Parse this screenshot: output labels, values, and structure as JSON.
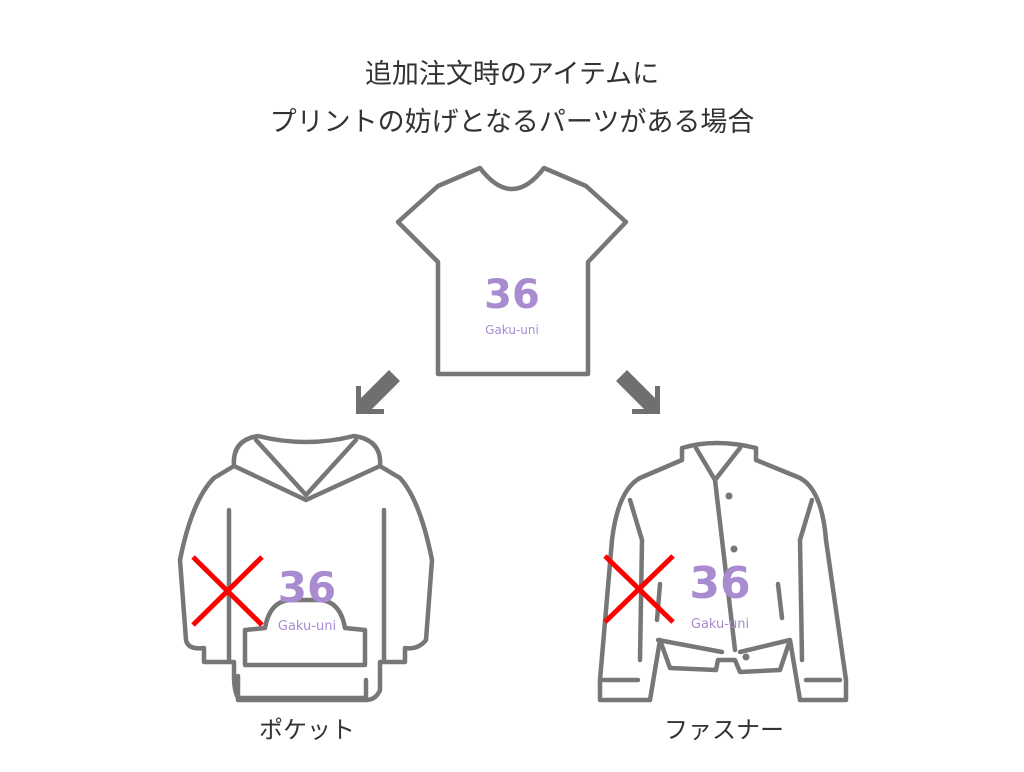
{
  "title": {
    "line1": "追加注文時のアイテムに",
    "line2": "プリントの妨げとなるパーツがある場合"
  },
  "logo": {
    "number": "36",
    "text": "Gaku-uni"
  },
  "items": [
    {
      "label": "ポケット"
    },
    {
      "label": "ファスナー"
    }
  ],
  "colors": {
    "outline": "#777777",
    "logo": "#a98bd0",
    "cross": "#ff0000",
    "arrow": "#6f6f6f"
  }
}
